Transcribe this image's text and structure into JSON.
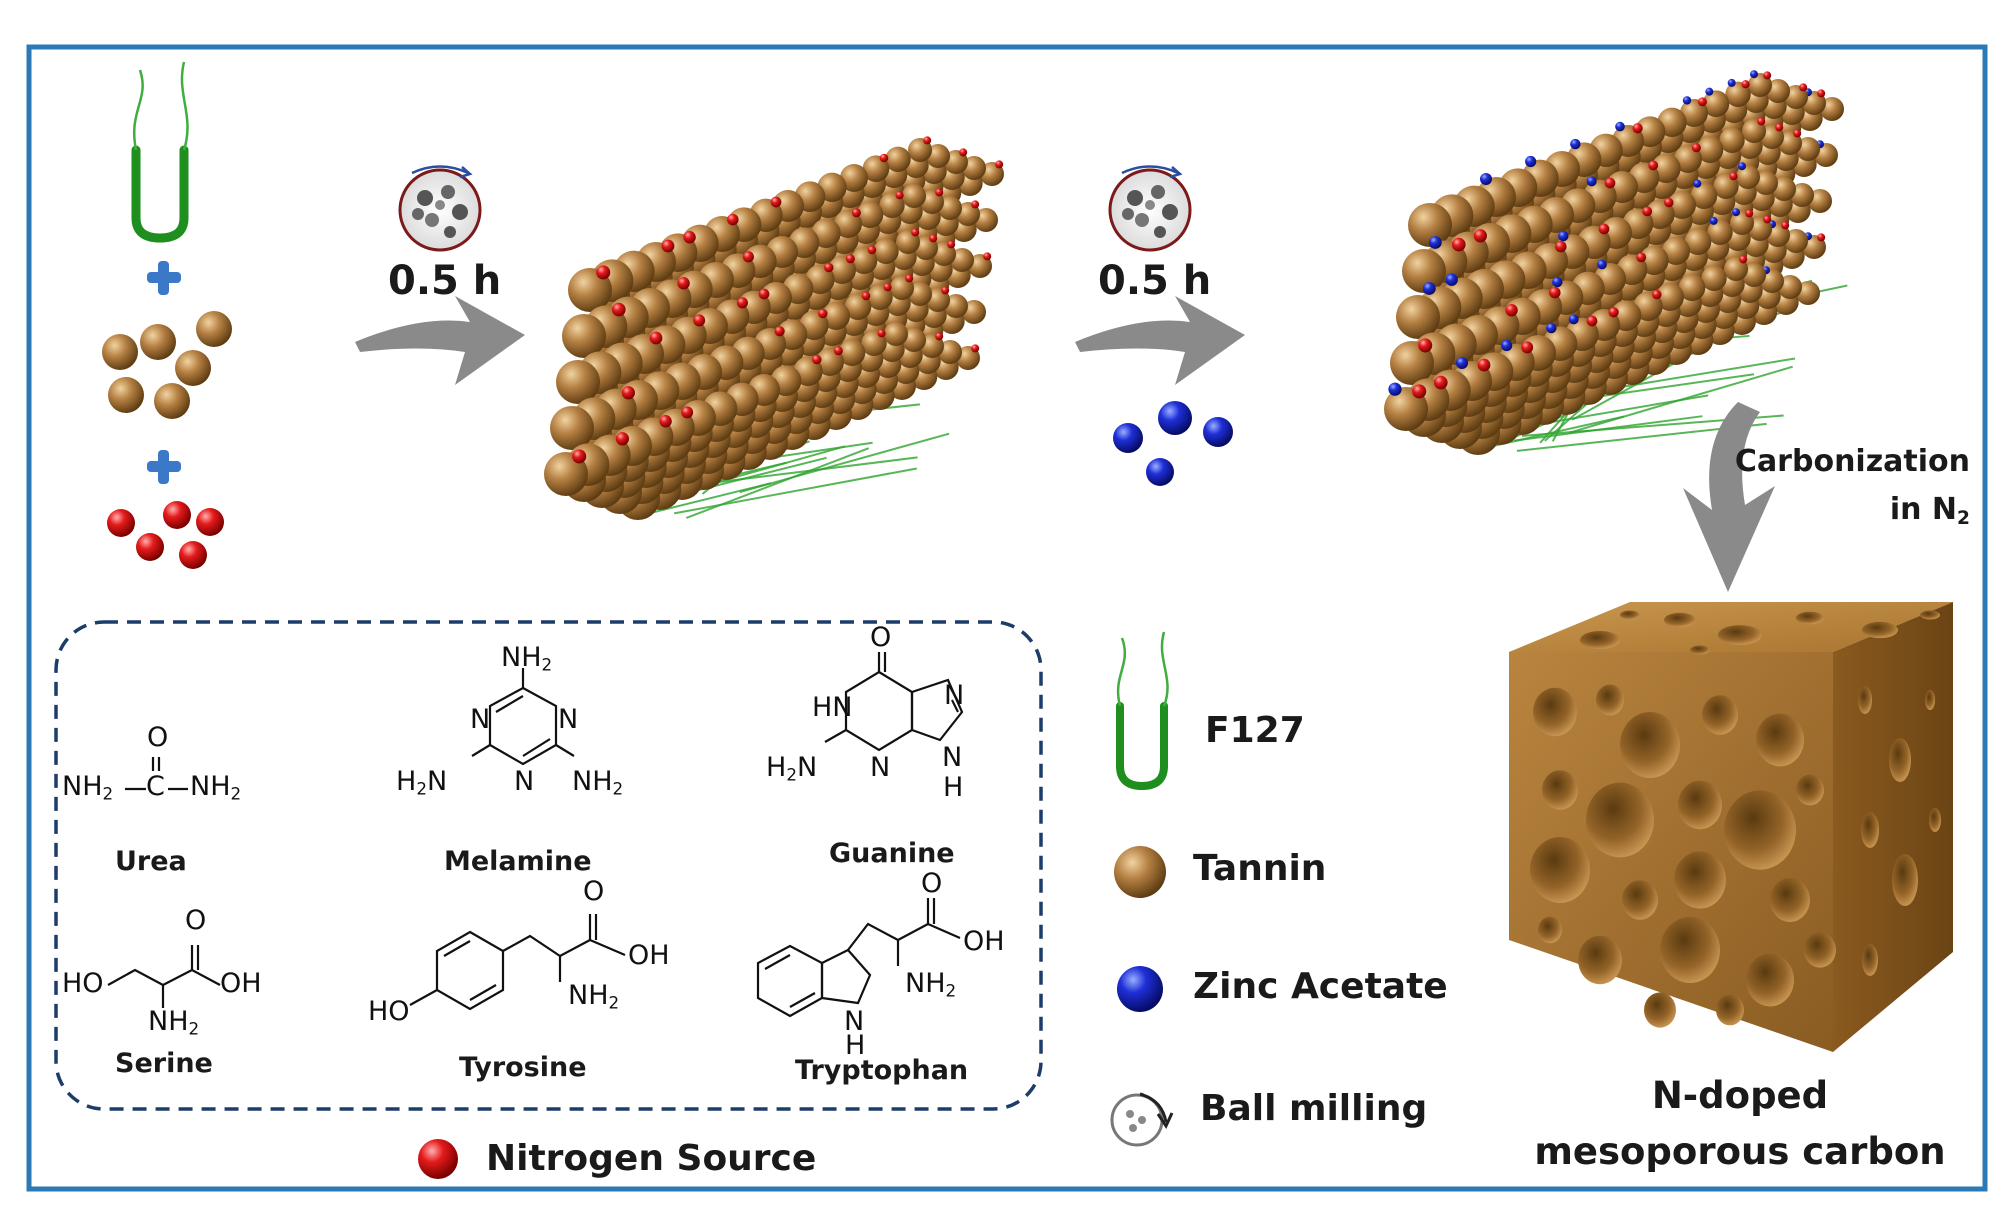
{
  "diagram": {
    "step1_time": "0.5 h",
    "step2_time": "0.5 h",
    "carbonization_line1": "Carbonization",
    "carbonization_line2": "in N",
    "carbonization_sub": "2",
    "product_line1": "N-doped",
    "product_line2": "mesoporous carbon",
    "nitrogen_source_label": "Nitrogen Source"
  },
  "legend": {
    "f127": "F127",
    "tannin": "Tannin",
    "zinc": "Zinc Acetate",
    "ball_milling": "Ball milling"
  },
  "molecules": {
    "urea": "Urea",
    "melamine": "Melamine",
    "guanine": "Guanine",
    "serine": "Serine",
    "tyrosine": "Tyrosine",
    "tryptophan": "Tryptophan"
  },
  "colors": {
    "frame": "#2b79b5",
    "tannin": "#a8742f",
    "nitrogen": "#dd1111",
    "zinc": "#1a28c8",
    "f127": "#2f9e2f",
    "arrow": "#888888",
    "plus": "#3c78c8",
    "dashed_box": "#1c3d6a",
    "carbon_block": "#a8742f"
  }
}
